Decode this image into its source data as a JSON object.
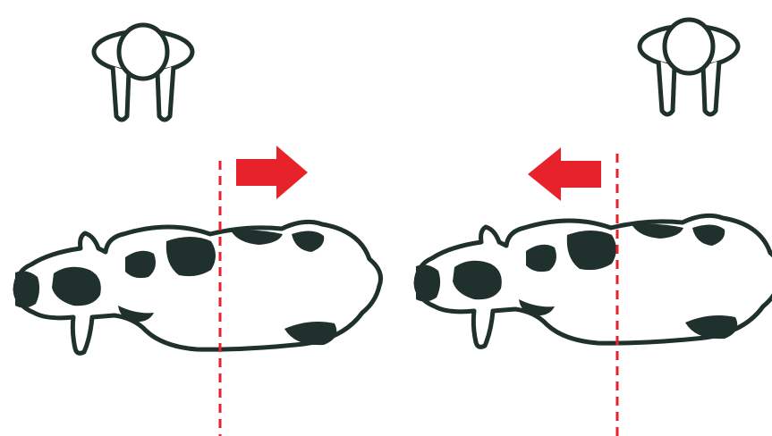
{
  "colors": {
    "background": "#ffffff",
    "outline": "#1f302d",
    "spot": "#1f302d",
    "cow_fill": "#ffffff",
    "arrow": "#e8222b",
    "balance_line": "#e8222b"
  },
  "panels": [
    {
      "id": "left",
      "handler_icon": "person-top-view-icon",
      "cow_icon": "cow-top-view-icon",
      "arrow_icon": "arrow-right-icon",
      "arrow_direction": "right"
    },
    {
      "id": "right",
      "handler_icon": "person-top-view-icon",
      "cow_icon": "cow-top-view-icon",
      "arrow_icon": "arrow-left-icon",
      "arrow_direction": "left"
    }
  ]
}
